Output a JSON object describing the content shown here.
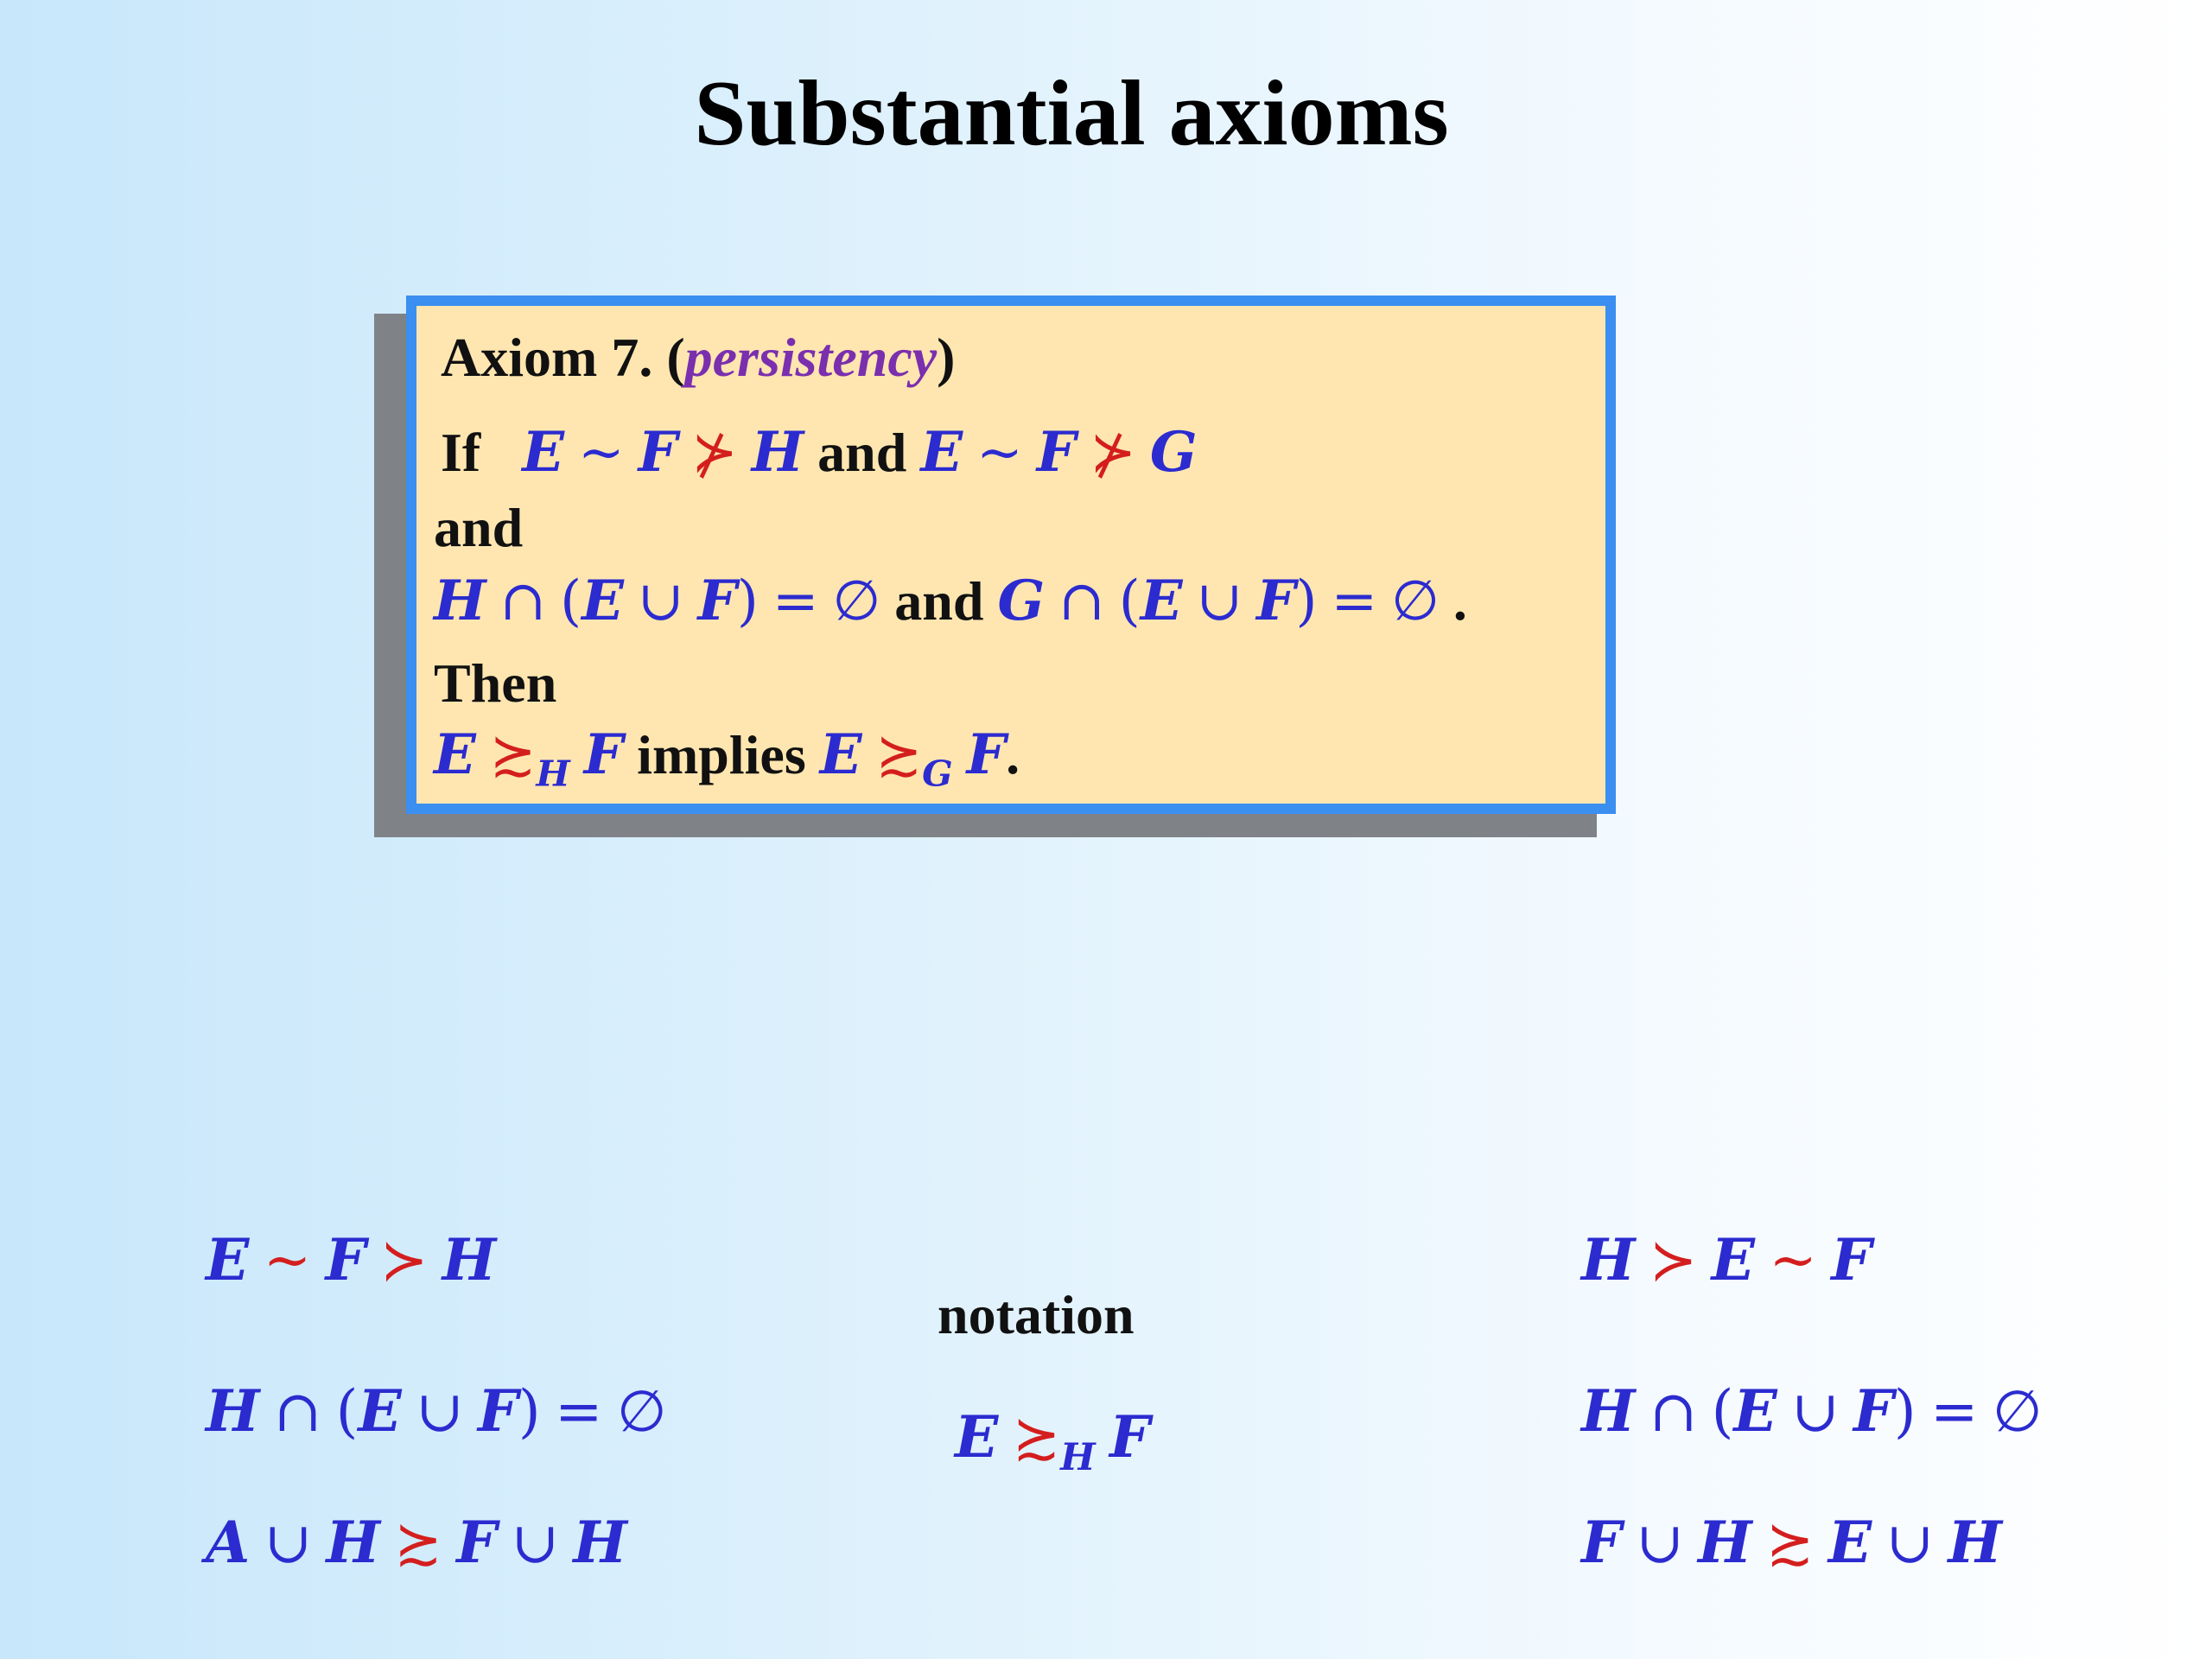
{
  "slide": {
    "title": "Substantial axioms",
    "axiom": {
      "heading": "Axiom 7.",
      "name": "persistency",
      "word_if": "If",
      "word_and": "and",
      "word_then": "Then",
      "word_implies": "implies"
    },
    "notation_label": "notation",
    "vars": {
      "A": "A",
      "E": "E",
      "F": "F",
      "G": "G",
      "H": "H"
    },
    "symbols": {
      "sim": "~",
      "not_succ": "⊁",
      "succ": "≻",
      "succsim": "≿",
      "cap": "∩",
      "cup": "∪",
      "eq": "=",
      "empty": "∅",
      "lparen": "(",
      "rparen": ")",
      "period": "."
    }
  },
  "colors": {
    "math_var": "#2b2bd0",
    "relation": "#d41e1e",
    "name": "#7a2fae",
    "box_fill": "#ffe6b0",
    "box_border": "#3a8ff0",
    "shadow": "#7f8388"
  }
}
